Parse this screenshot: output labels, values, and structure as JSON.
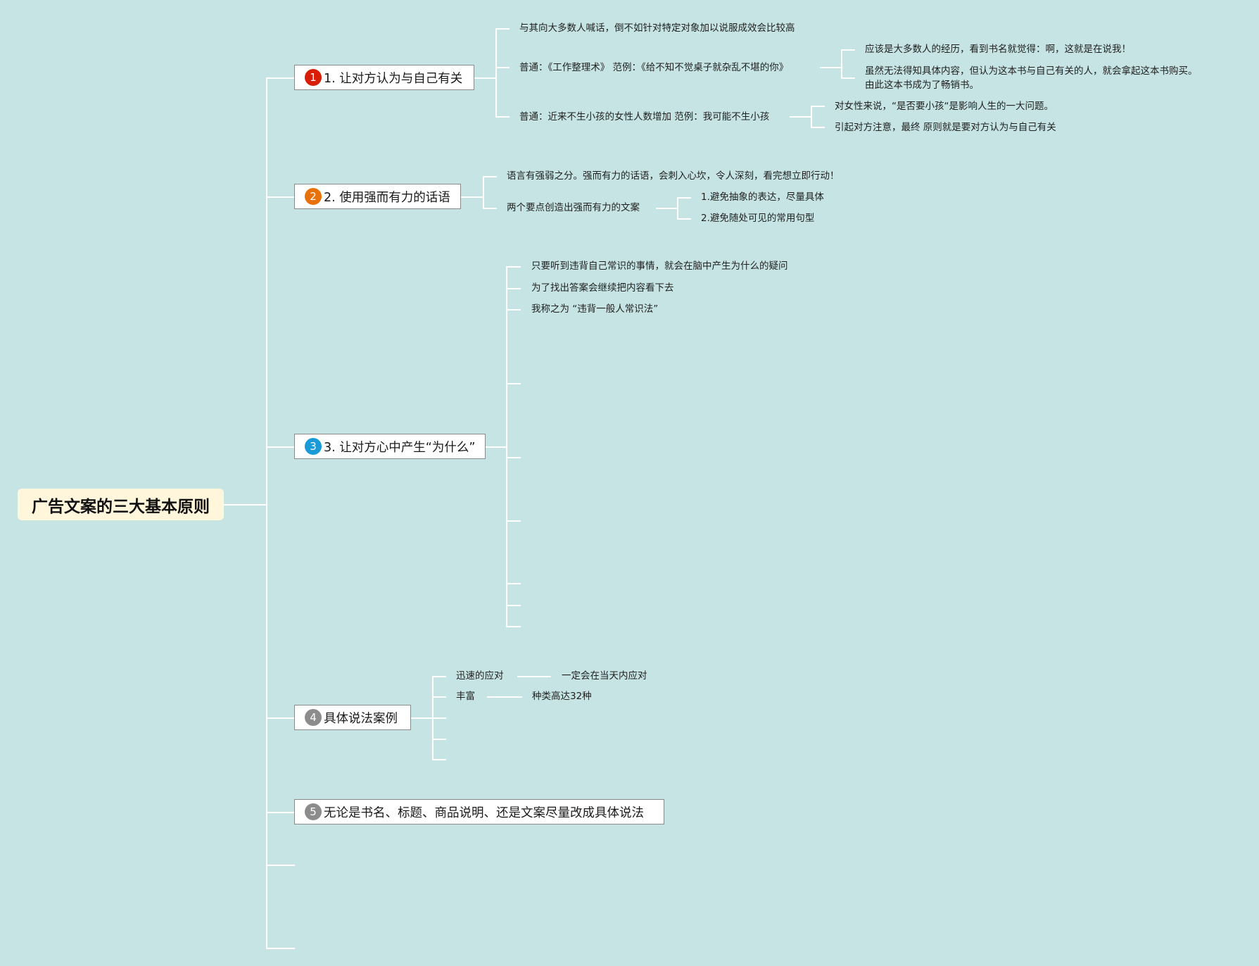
{
  "title": "广告文案的三大基本原则",
  "colors": {
    "background": "#c7e4e4",
    "connector": "#ffffff",
    "root_fill": "#fff6dc",
    "badge_1": "#d81e06",
    "badge_2": "#e8710a",
    "badge_3": "#1a9bd7",
    "badge_4": "#8c8c8c",
    "badge_5": "#8c8c8c"
  },
  "topics": [
    {
      "number": "1",
      "label": "1. 让对方认为与自己有关",
      "children": [
        "与其向大多数人喊话，倒不如针对特定对象加以说服成效会比较高",
        "普通：《工作整理术》 范例：《给不知不觉桌子就杂乱不堪的你》",
        "普通：近来不生小孩的女性人数增加 范例：我可能不生小孩"
      ],
      "grandchildren_a": [
        "应该是大多数人的经历，看到书名就觉得：啊，这就是在说我！",
        "虽然无法得知具体内容，但认为这本书与自己有关的人，就会拿起这本书购买。",
        "由此这本书成为了畅销书。"
      ],
      "grandchildren_b": [
        "对女性来说，“是否要小孩“是影响人生的一大问题。",
        "引起对方注意，最终 原则就是要对方认为与自己有关"
      ]
    },
    {
      "number": "2",
      "label": "2. 使用强而有力的话语",
      "children": [
        "语言有强弱之分。强而有力的话语，会刺入心坎，令人深刻，看完想立即行动！",
        "两个要点创造出强而有力的文案"
      ],
      "grandchildren": [
        "1.避免抽象的表达，尽量具体",
        "2.避免随处可见的常用句型"
      ]
    },
    {
      "number": "3",
      "label": "3. 让对方心中产生“为什么”",
      "children": [
        "只要听到违背自己常识的事情，就会在脑中产生为什么的疑问",
        "为了找出答案会继续把内容看下去",
        "我称之为 “违背一般人常识法”"
      ]
    },
    {
      "number": "4",
      "label": "具体说法案例",
      "children": [
        "迅速的应对",
        "丰富"
      ],
      "grandchildren": [
        "一定会在当天内应对",
        "种类高达32种"
      ]
    },
    {
      "number": "5",
      "label": "无论是书名、标题、商品说明、还是文案尽量改成具体说法"
    }
  ]
}
